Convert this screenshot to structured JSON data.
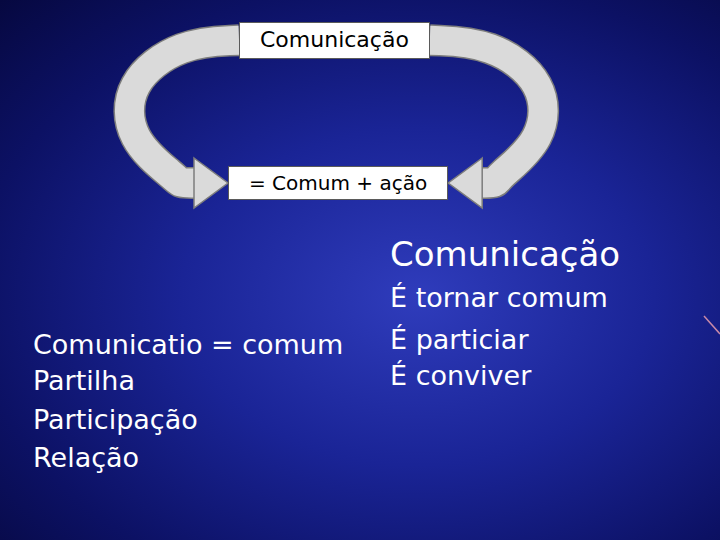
{
  "diagram": {
    "nodes": [
      {
        "text": [
          "Comunicação"
        ]
      },
      {
        "text": [
          "= Comum + ação"
        ]
      }
    ],
    "edges": [
      {
        "from": 0,
        "to": 1,
        "arrow": "to"
      },
      {
        "from": 0,
        "to": 1,
        "arrow": "to"
      }
    ],
    "labels": [
      "Comunicação",
      "É tornar comum",
      "É particiar",
      "É conviver",
      "Comunicatio = comum",
      "Partilha",
      "Participação",
      "Relação"
    ]
  }
}
